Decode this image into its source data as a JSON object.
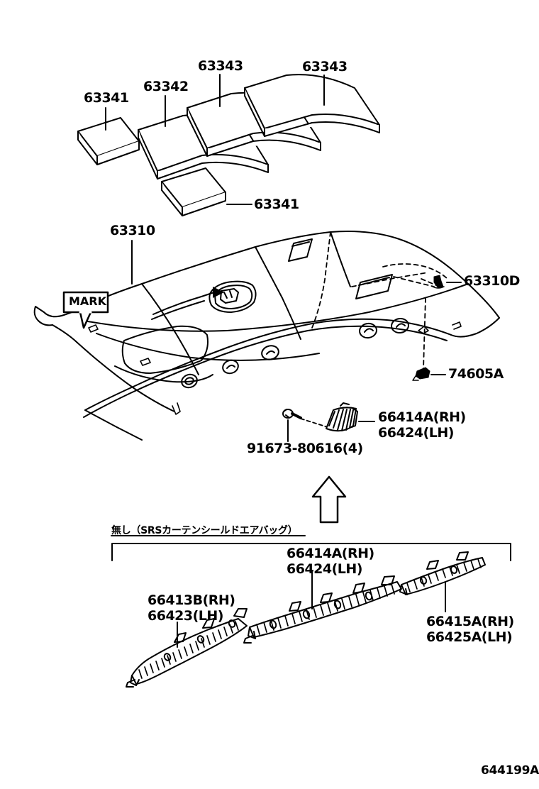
{
  "diagram": {
    "footer_code": "644199A",
    "note_japanese": "無し（SRSカーテンシールドエアバッグ）",
    "mark_callout": "MARK",
    "ink_color": "#000000",
    "background_color": "#ffffff"
  },
  "top_pads": {
    "label_63341_left": "63341",
    "label_63342": "63342",
    "label_63343_left": "63343",
    "label_63343_right": "63343",
    "label_63341_lower": "63341"
  },
  "headliner": {
    "label_63310": "63310",
    "label_63310d": "63310D",
    "label_74605a": "74605A"
  },
  "retainer_assembly": {
    "label_bolt": "91673-80616(4)",
    "label_clip_rh": "66414A(RH)",
    "label_clip_lh": "66424(LH)"
  },
  "lower_group": {
    "label_66413b_rh": "66413B(RH)",
    "label_66423_lh": "66423(LH)",
    "label_66414a_rh": "66414A(RH)",
    "label_66424_lh": "66424(LH)",
    "label_66415a_rh": "66415A(RH)",
    "label_66425a_lh": "66425A(LH)"
  }
}
